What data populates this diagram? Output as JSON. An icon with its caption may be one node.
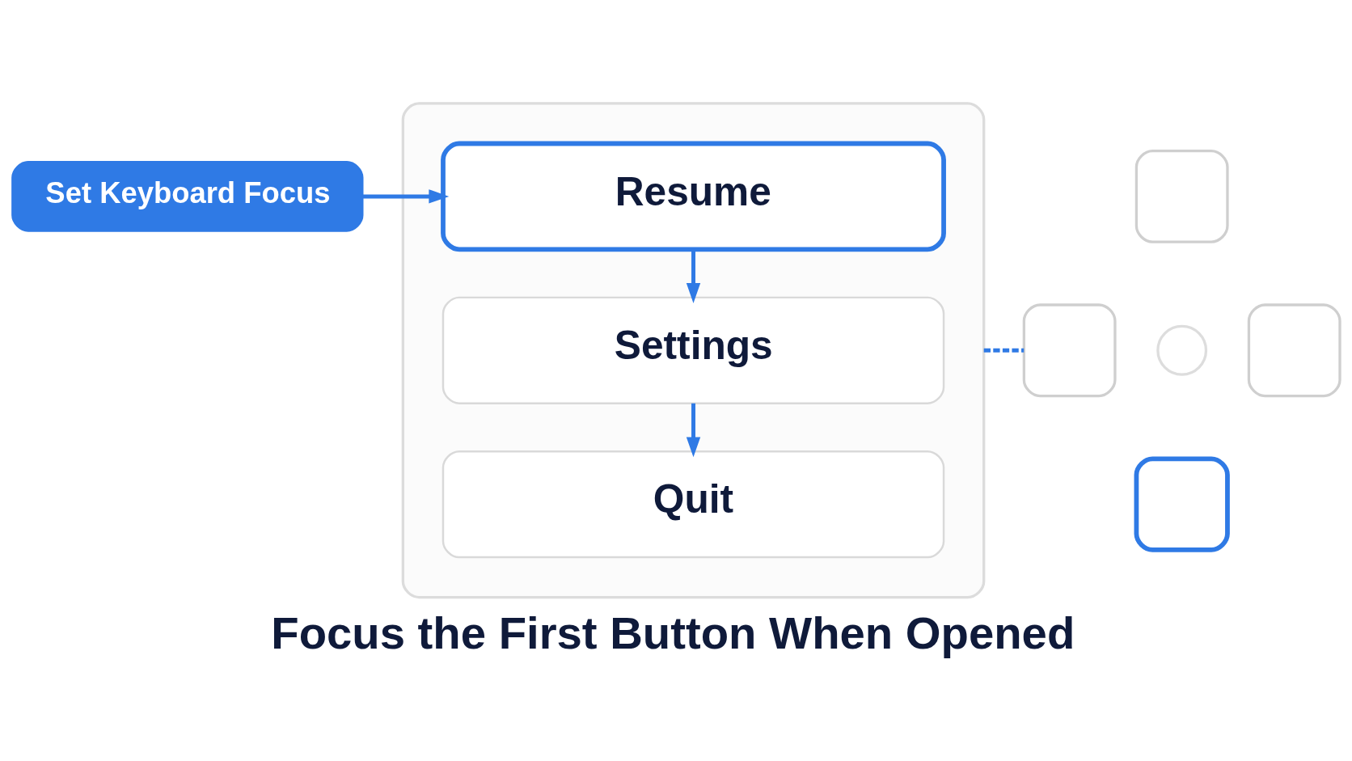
{
  "diagram": {
    "title": "Focus the First Button When Opened",
    "nodes": [
      {
        "text": [
          "Set Keyboard Focus"
        ]
      },
      {
        "text": [],
        "shape": "box"
      },
      {
        "text": [
          "Resume"
        ],
        "in": 1
      },
      {
        "text": [
          "Settings"
        ],
        "in": 1
      },
      {
        "text": [
          "Quit"
        ],
        "in": 1
      },
      {
        "text": [],
        "shape": "box"
      },
      {
        "text": [],
        "shape": "box"
      },
      {
        "text": [],
        "shape": "circle"
      },
      {
        "text": [],
        "shape": "box"
      },
      {
        "text": [],
        "shape": "box"
      }
    ],
    "edges": [
      {
        "from": 0,
        "to": 2,
        "arrow": "to"
      },
      {
        "from": 2,
        "to": 3,
        "arrow": "to"
      },
      {
        "from": 3,
        "to": 4,
        "arrow": "to"
      },
      {
        "from": 1,
        "to": 6,
        "arrow": "none",
        "style": "dashed"
      }
    ]
  }
}
